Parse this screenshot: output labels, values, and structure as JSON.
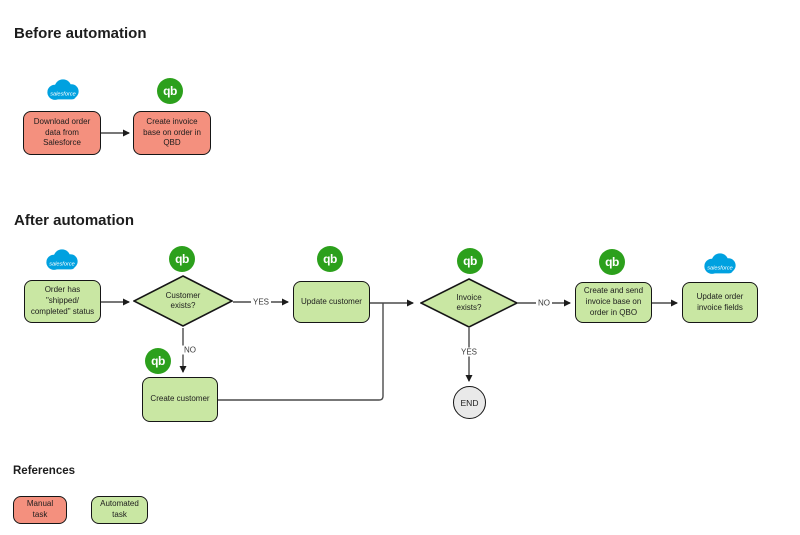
{
  "titles": {
    "before": "Before automation",
    "after": "After automation",
    "references": "References"
  },
  "icons": {
    "quickbooks": "qb",
    "salesforce": "salesforce"
  },
  "colors": {
    "manual-fill": "#f4907e",
    "automated-fill": "#c9e7a3",
    "qb-green": "#2ca01c",
    "salesforce-blue": "#00a1e0",
    "end-fill": "#e9e9e9",
    "connector": "#4a4a4a",
    "node-border": "#161616"
  },
  "before": {
    "nodes": [
      {
        "label": "Download order\ndata from\nSalesforce"
      },
      {
        "label": "Create invoice\nbase on order in\nQBD"
      }
    ]
  },
  "after": {
    "start": "Order has\n\"shipped/\ncompleted\" status",
    "decision_customer": "Customer\nexists?",
    "update_customer": "Update customer",
    "create_customer": "Create customer",
    "decision_invoice": "Invoice\nexists?",
    "create_send_invoice": "Create and send\ninvoice base on\norder in QBO",
    "update_order_invoice": "Update order\ninvoice fields",
    "end": "END",
    "labels": {
      "yes_customer": "YES",
      "no_customer": "NO",
      "yes_invoice": "YES",
      "no_invoice": "NO"
    }
  },
  "references": {
    "manual": "Manual\ntask",
    "automated": "Automated\ntask"
  }
}
